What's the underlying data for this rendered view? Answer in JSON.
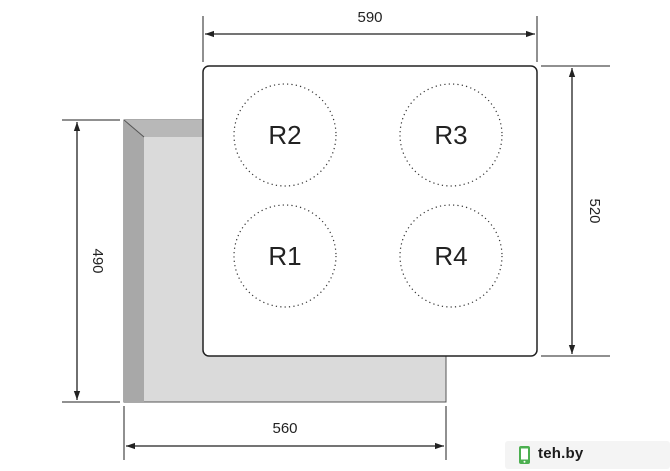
{
  "dimensions": {
    "top_width": "590",
    "right_height": "520",
    "left_height": "490",
    "bottom_width": "560"
  },
  "burners": [
    {
      "label": "R2"
    },
    {
      "label": "R3"
    },
    {
      "label": "R1"
    },
    {
      "label": "R4"
    }
  ],
  "watermark": {
    "text": "teh.by"
  },
  "colors": {
    "cutout_fill": "#dadada",
    "cutout_edge": "#a8a8a8",
    "hob_fill": "#ffffff",
    "line": "#222222",
    "logo_green": "#4caf50"
  }
}
